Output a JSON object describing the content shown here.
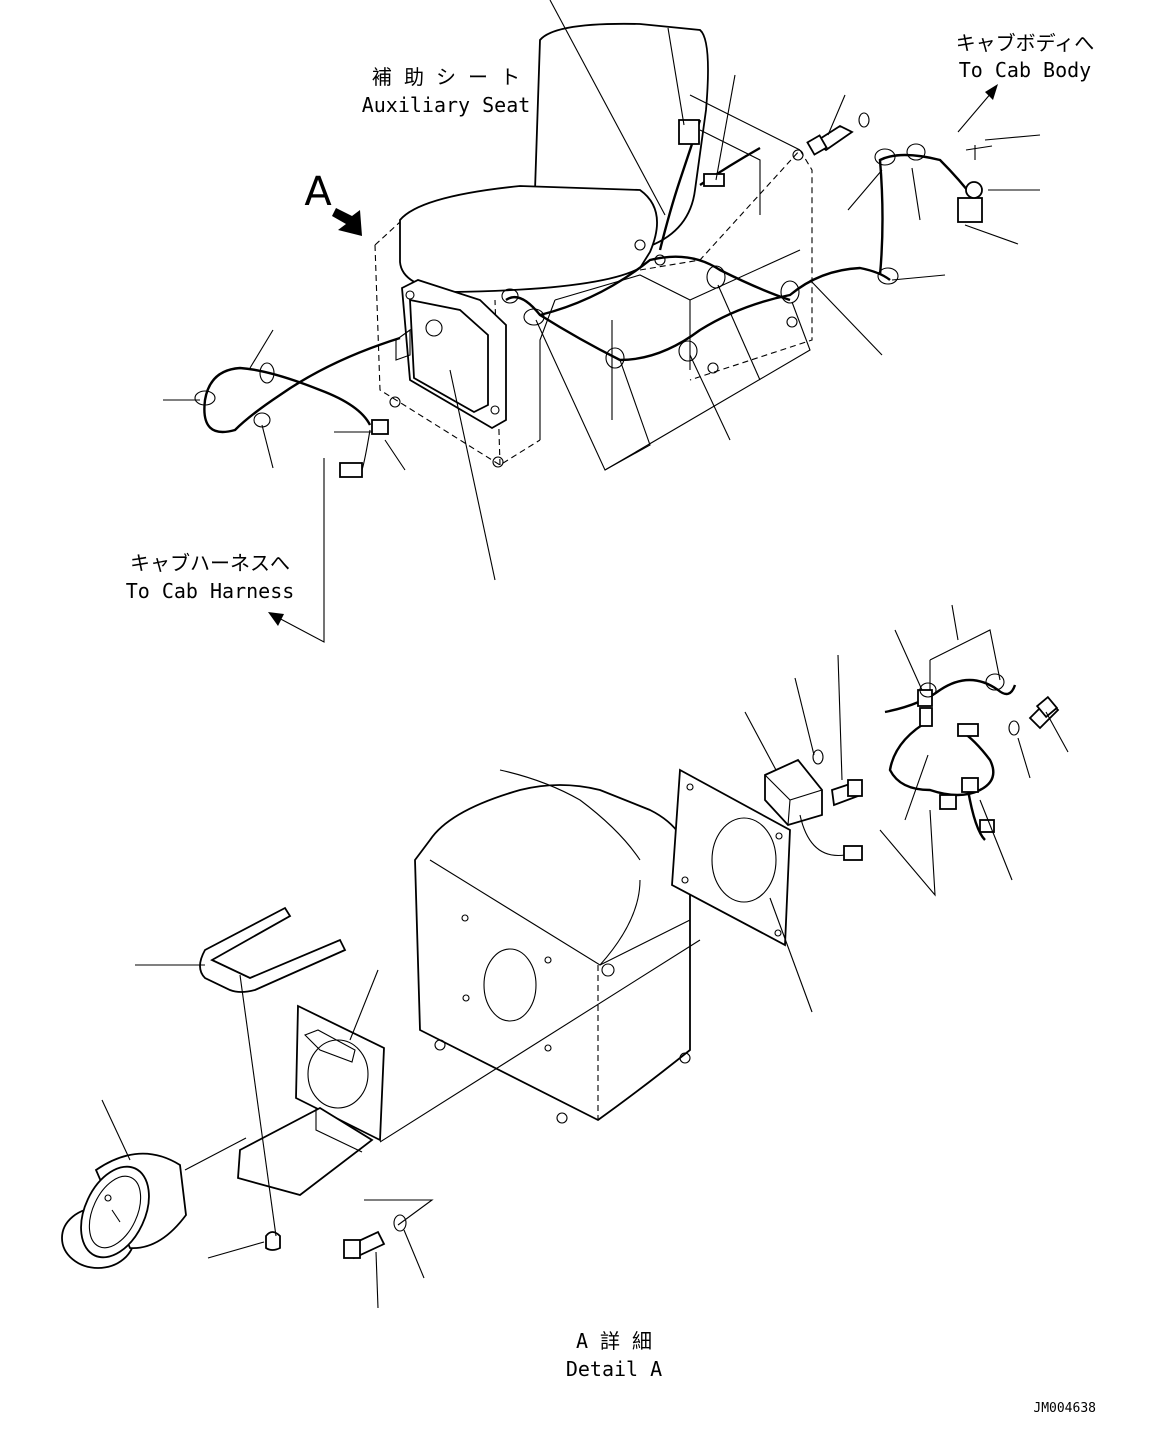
{
  "labels": {
    "auxiliary_seat_jp": "補 助 シ ー ト",
    "auxiliary_seat_en": "Auxiliary Seat",
    "to_cab_body_jp": "キャブボディへ",
    "to_cab_body_en": "To Cab Body",
    "to_cab_harness_jp": "キャブハーネスへ",
    "to_cab_harness_en": "To Cab Harness",
    "view_marker": "A",
    "detail_a_jp": "A 詳 細",
    "detail_a_en": "Detail A",
    "drawing_code": "JM004638"
  }
}
